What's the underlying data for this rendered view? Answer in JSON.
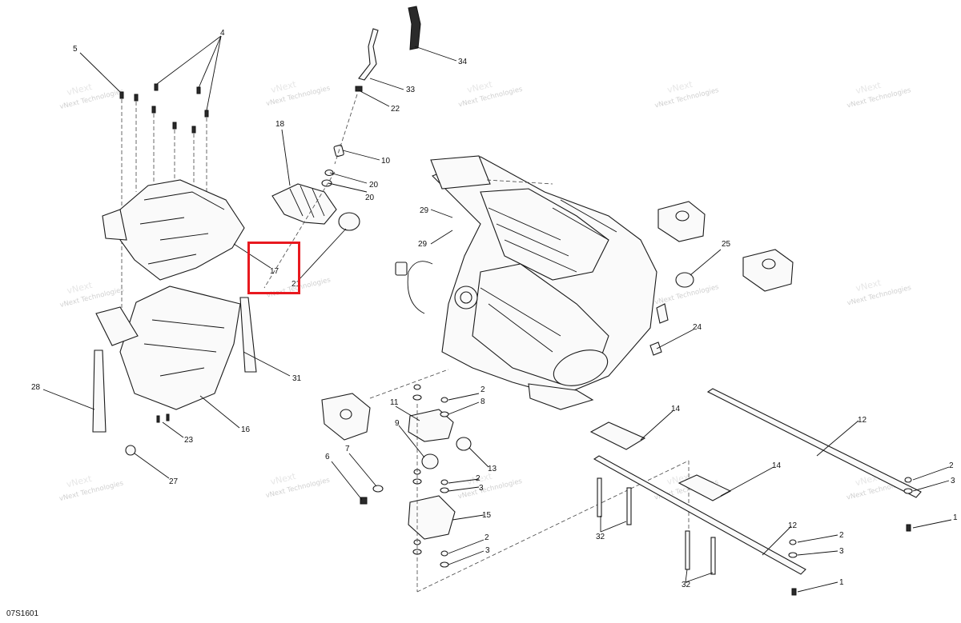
{
  "diagram_code": "07S1601",
  "watermark_text": "vNext Technologies",
  "highlight": {
    "color": "#e8191f",
    "callout": "17"
  },
  "callouts": [
    "1",
    "2",
    "3",
    "4",
    "5",
    "6",
    "7",
    "8",
    "9",
    "10",
    "11",
    "12",
    "13",
    "14",
    "15",
    "16",
    "17",
    "18",
    "20",
    "21",
    "22",
    "23",
    "24",
    "25",
    "27",
    "28",
    "29",
    "31",
    "32",
    "33",
    "34"
  ]
}
